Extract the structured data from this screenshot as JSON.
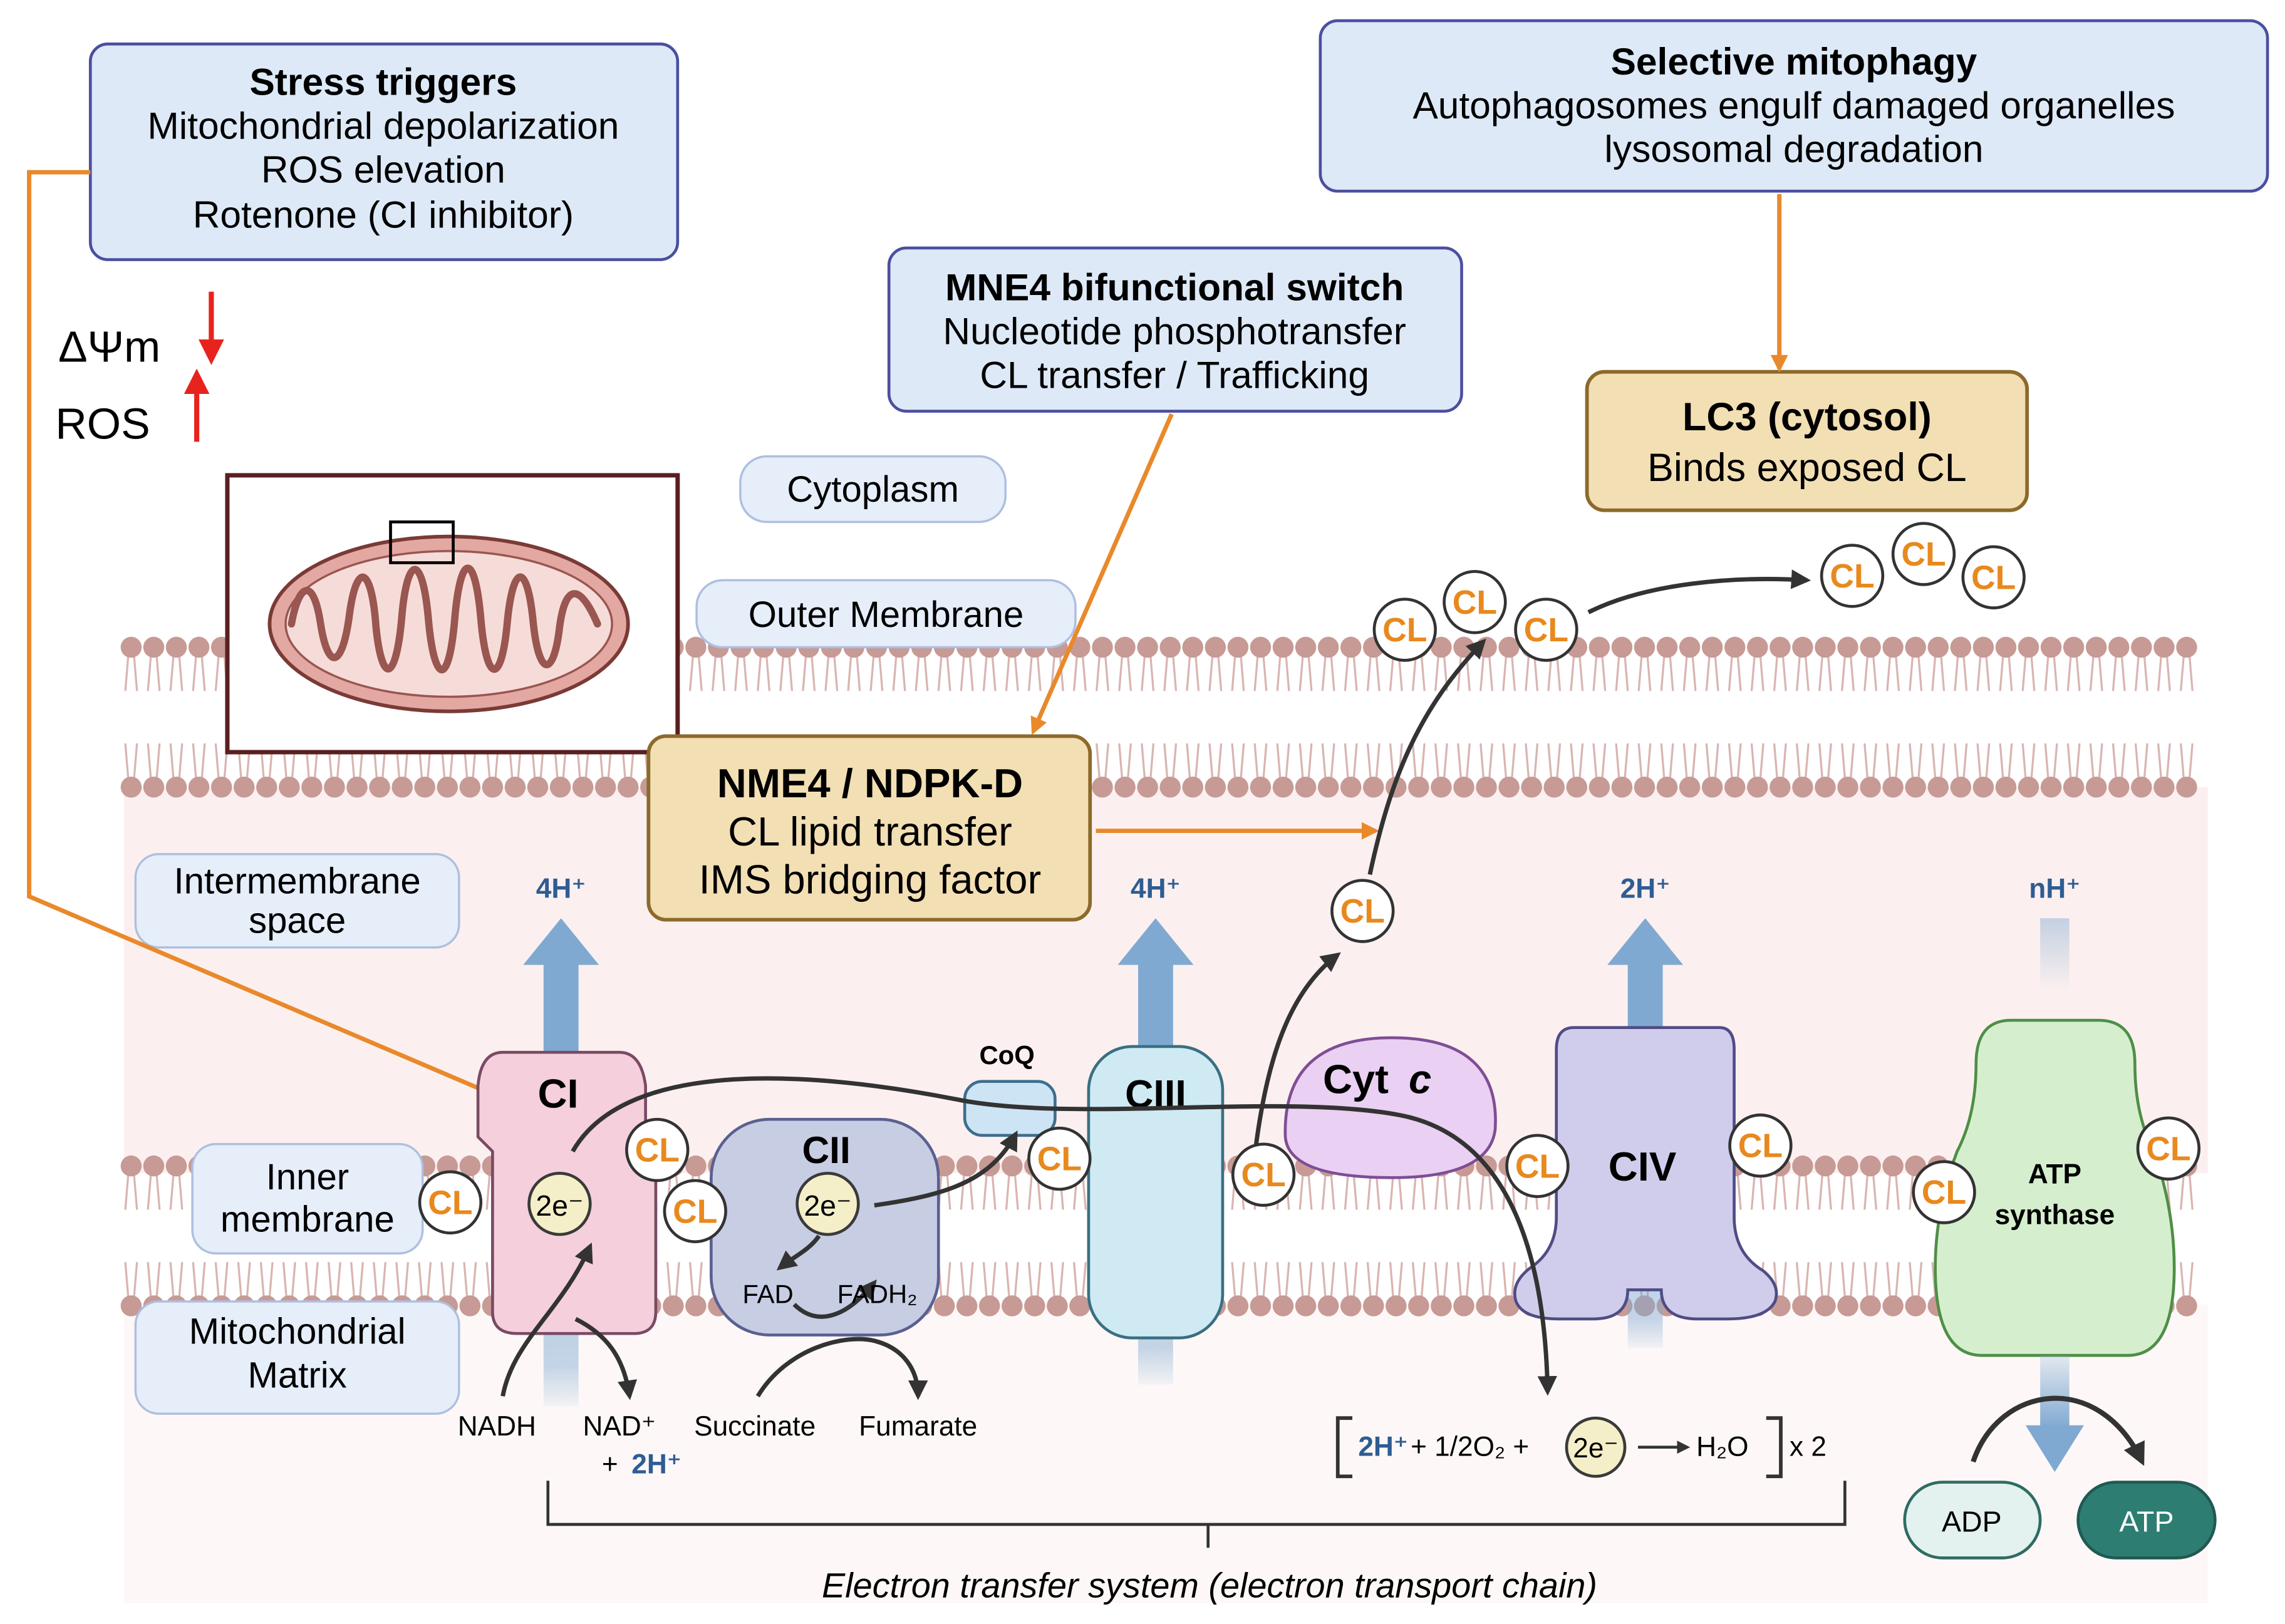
{
  "boxes": {
    "stress": {
      "title": "Stress triggers",
      "line1": "Mitochondrial depolarization",
      "line2": "ROS elevation",
      "line3": "Rotenone (CI inhibitor)"
    },
    "mitophagy": {
      "title": "Selective mitophagy",
      "line1": "Autophagosomes engulf damaged organelles",
      "line2": "lysosomal degradation"
    },
    "mne4": {
      "title": "MNE4 bifunctional switch",
      "line1": "Nucleotide phosphotransfer",
      "line2": "CL transfer / Trafficking"
    },
    "lc3": {
      "title": "LC3 (cytosol)",
      "line1": "Binds exposed CL"
    },
    "nme4": {
      "title": "NME4 / NDPK-D",
      "line1": "CL lipid transfer",
      "line2": "IMS bridging factor"
    }
  },
  "indicators": {
    "psi": "ΔΨm",
    "ros": "ROS"
  },
  "regions": {
    "cytoplasm": "Cytoplasm",
    "outer": "Outer Membrane",
    "ims_1": "Intermembrane",
    "ims_2": "space",
    "inner_1": "Inner",
    "inner_2": "membrane",
    "matrix_1": "Mitochondrial",
    "matrix_2": "Matrix"
  },
  "complexes": {
    "ci": "CI",
    "cii": "CII",
    "ciii": "CIII",
    "civ": "CIV",
    "cytc": "Cyt",
    "cytc_c": "c",
    "coq": "CoQ",
    "atp_1": "ATP",
    "atp_2": "synthase"
  },
  "protons": {
    "ci": "4H⁺",
    "ciii": "4H⁺",
    "civ": "2H⁺",
    "atp": "nH⁺"
  },
  "cl_label": "CL",
  "electron": "2e⁻",
  "substrates": {
    "nadh": "NADH",
    "nad": "NAD⁺",
    "nad_plus": "+",
    "nad_h": "2H⁺",
    "succinate": "Succinate",
    "fumarate": "Fumarate",
    "fad": "FAD",
    "fadh2": "FADH₂",
    "adp": "ADP",
    "atp": "ATP"
  },
  "equation": {
    "h": "2H⁺",
    "o2": "+ 1/2O₂ +",
    "e": "2e⁻",
    "water": "H₂O",
    "times": "x 2"
  },
  "caption": "Electron transfer system (electron transport chain)",
  "colors": {
    "orange_arrow": "#e9892b",
    "cl_text": "#e8891e",
    "blue_box": "#dde9f7",
    "blue_box_border": "#4a4fa0",
    "tan_box": "#f3dfb4",
    "tan_box_border": "#8c6a2b",
    "proton_arrow": "#7fa9d1",
    "proton_text": "#2e5c93",
    "red_arrow": "#e8231d"
  }
}
